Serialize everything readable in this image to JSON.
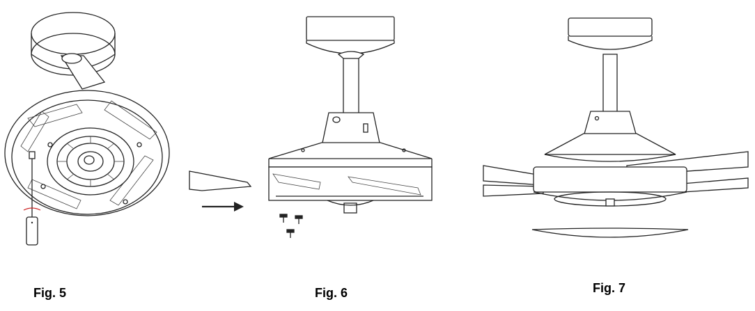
{
  "figures": [
    {
      "caption": "Fig. 5"
    },
    {
      "caption": "Fig. 6"
    },
    {
      "caption": "Fig. 7"
    }
  ]
}
